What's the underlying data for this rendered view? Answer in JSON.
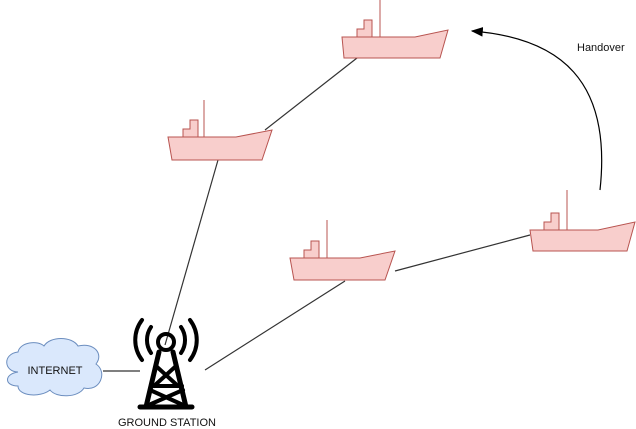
{
  "diagram": {
    "ground_station_label": "GROUND STATION",
    "internet_label": "INTERNET",
    "handover_label": "Handover"
  },
  "colors": {
    "ship_fill": "#f8cecc",
    "ship_stroke": "#b85450",
    "cloud_fill": "#dae8fc",
    "cloud_stroke": "#6c8ebf",
    "line": "#333333"
  },
  "icons": [
    "ship-icon",
    "radio-tower-icon",
    "cloud-icon"
  ]
}
